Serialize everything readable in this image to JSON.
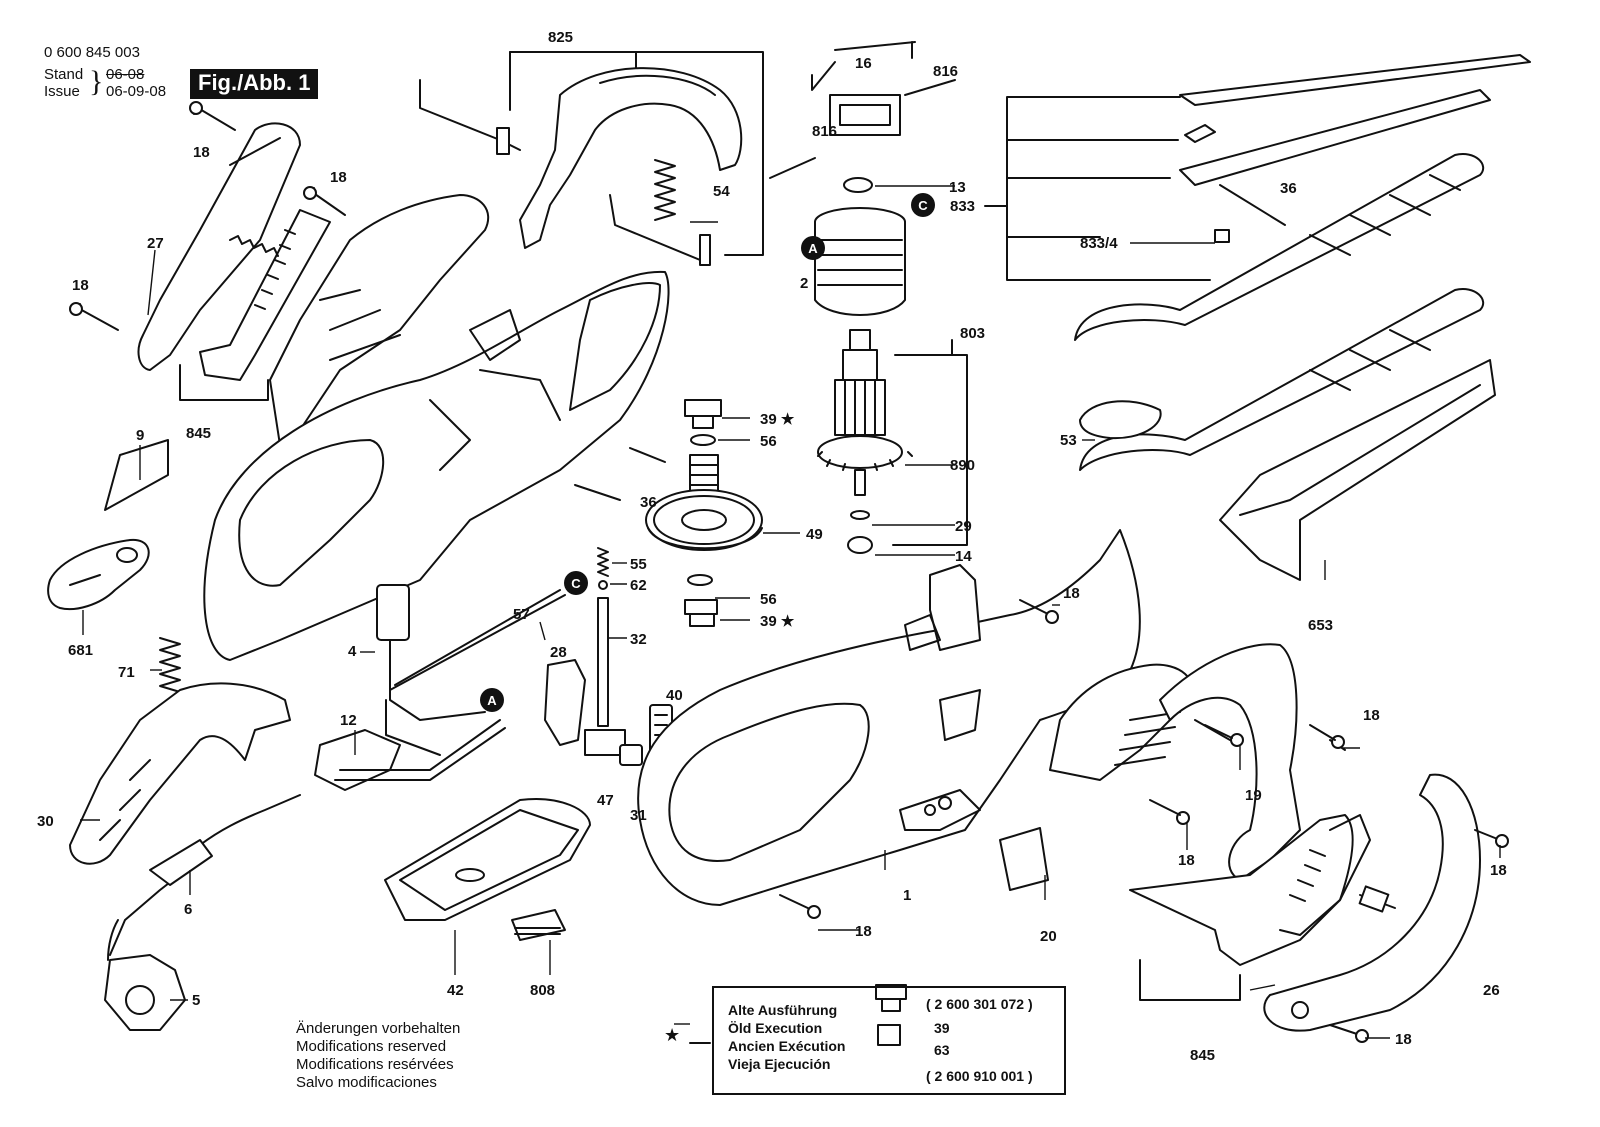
{
  "header": {
    "drawing_number": "0 600 845 003",
    "stand_label": "Stand",
    "stand_value": "06-08",
    "issue_label": "Issue",
    "issue_value": "06-09-08",
    "figure_label": "Fig./Abb. 1"
  },
  "callouts": {
    "A": "A",
    "C": "C"
  },
  "parts": {
    "p825": "825",
    "p16": "16",
    "p816a": "816",
    "p816b": "816",
    "p13": "13",
    "p2": "2",
    "p803": "803",
    "p890": "890",
    "p29": "29",
    "p14": "14",
    "p833": "833",
    "p833_4": "833/4",
    "p36a": "36",
    "p36b": "36",
    "p53": "53",
    "p653": "653",
    "p18a": "18",
    "p18b": "18",
    "p18c": "18",
    "p18d": "18",
    "p18e": "18",
    "p18f": "18",
    "p18g": "18",
    "p18h": "18",
    "p18i": "18",
    "p27": "27",
    "p845a": "845",
    "p845b": "845",
    "p54": "54",
    "p9": "9",
    "p681": "681",
    "p71": "71",
    "p30": "30",
    "p39a": "39 ★",
    "p56a": "56",
    "p49": "49",
    "p55": "55",
    "p62": "62",
    "p56b": "56",
    "p39b": "39 ★",
    "p32": "32",
    "p57": "57",
    "p4": "4",
    "p12": "12",
    "p28": "28",
    "p40": "40",
    "p47": "47",
    "p31": "31",
    "p6": "6",
    "p5": "5",
    "p42": "42",
    "p808": "808",
    "p1": "1",
    "p20": "20",
    "p19": "19",
    "p26": "26"
  },
  "legend": {
    "star": "★",
    "line1": "Alte Ausführung",
    "line2": "Öld Execution",
    "line3": "Ancien Exécution",
    "line4": "Vieja Ejecución",
    "code_old": "( 2 600 301 072 )",
    "code_new": "( 2 600 910 001 )",
    "part_old": "39",
    "part_new": "63"
  },
  "notes": [
    "Änderungen vorbehalten",
    "Modifications reserved",
    "Modifications resérvées",
    "Salvo modificaciones"
  ]
}
